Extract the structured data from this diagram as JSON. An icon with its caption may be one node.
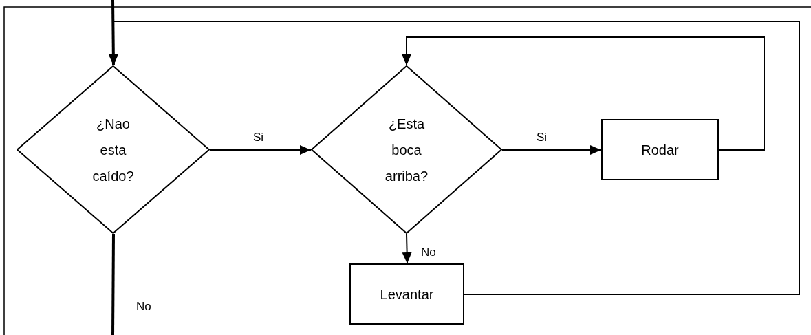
{
  "diagram": {
    "nodes": [
      {
        "text": [
          "¿Nao esta caído?"
        ]
      },
      {
        "text": [
          "¿Esta boca arriba?"
        ]
      },
      {
        "text": [
          "Rodar"
        ]
      },
      {
        "text": [
          "Levantar"
        ]
      }
    ],
    "edges": [
      {
        "from": null,
        "to": 0,
        "arrow": "to",
        "style": "thick"
      },
      {
        "from": 0,
        "to": 1,
        "arrow": "to",
        "label": "Si"
      },
      {
        "from": 1,
        "to": 2,
        "arrow": "to",
        "label": "Si"
      },
      {
        "from": 1,
        "to": 3,
        "arrow": "to",
        "label": "No"
      },
      {
        "from": 2,
        "to": 1,
        "arrow": "to"
      },
      {
        "from": 3,
        "to": 0,
        "arrow": "to"
      },
      {
        "from": 0,
        "to": null,
        "arrow": "none",
        "label": "No",
        "style": "thick"
      }
    ]
  }
}
